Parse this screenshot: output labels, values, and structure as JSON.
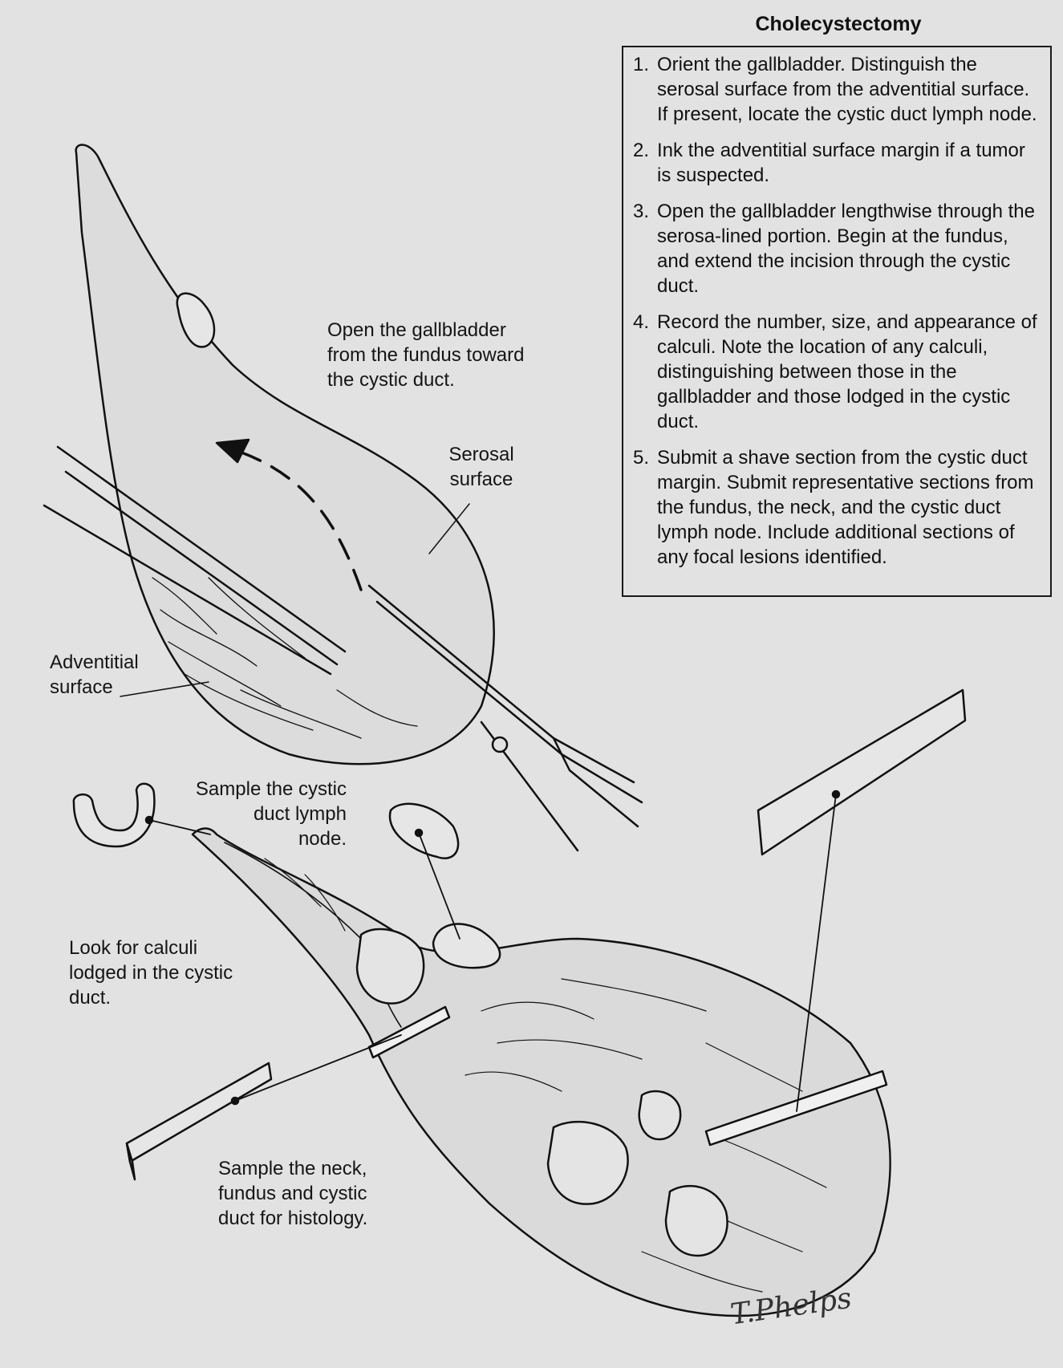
{
  "title": "Cholecystectomy",
  "steps": [
    {
      "number": "1.",
      "text": "Orient the gallbladder. Distinguish the serosal surface from the adventitial surface. If present, locate the cystic duct lymph node."
    },
    {
      "number": "2.",
      "text": "Ink the adventitial surface margin if a tumor is suspected."
    },
    {
      "number": "3.",
      "text": "Open the gallbladder lengthwise through the serosa-lined portion. Begin at the fundus, and extend the incision through the cystic duct."
    },
    {
      "number": "4.",
      "text": "Record the number, size, and appearance of calculi. Note the location of any calculi, distinguishing between those in the gallbladder and those lodged in the cystic duct."
    },
    {
      "number": "5.",
      "text": "Submit a shave section from the cystic duct margin. Submit representative sections from the fundus, the neck, and the cystic duct lymph node. Include additional sections of any focal lesions identified."
    }
  ],
  "labels": {
    "open": "Open the gallbladder\nfrom the fundus toward\nthe cystic duct.",
    "serosal": "Serosal\nsurface",
    "adventitial": "Adventitial\nsurface",
    "lymph_node": "Sample the cystic\nduct lymph\nnode.",
    "calculi": "Look for calculi\nlodged in the cystic\nduct.",
    "histology": "Sample the neck,\nfundus and cystic\nduct for histology."
  },
  "signature": "T.Phelps"
}
